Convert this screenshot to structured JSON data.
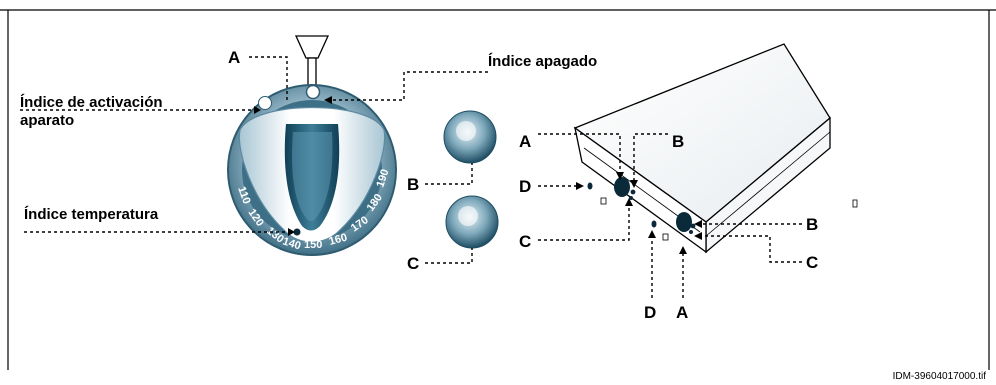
{
  "labels": {
    "A": "A",
    "B": "B",
    "C": "C",
    "D": "D",
    "indice_activacion_line1": "Índice de activación",
    "indice_activacion_line2": "aparato",
    "indice_temperatura": "Índice temperatura",
    "indice_apagado": "Índice apagado"
  },
  "dial_scale": [
    "110",
    "120",
    "130",
    "140",
    "150",
    "160",
    "170",
    "180",
    "190"
  ],
  "file_reference": "IDM-39604017000.tif",
  "colors": {
    "dial_dark": "#4f7f95",
    "dial_light": "#d8e6ee",
    "knob_core": "#1e5a72",
    "knob_mid": "#6f9eb4",
    "line": "#000000"
  }
}
